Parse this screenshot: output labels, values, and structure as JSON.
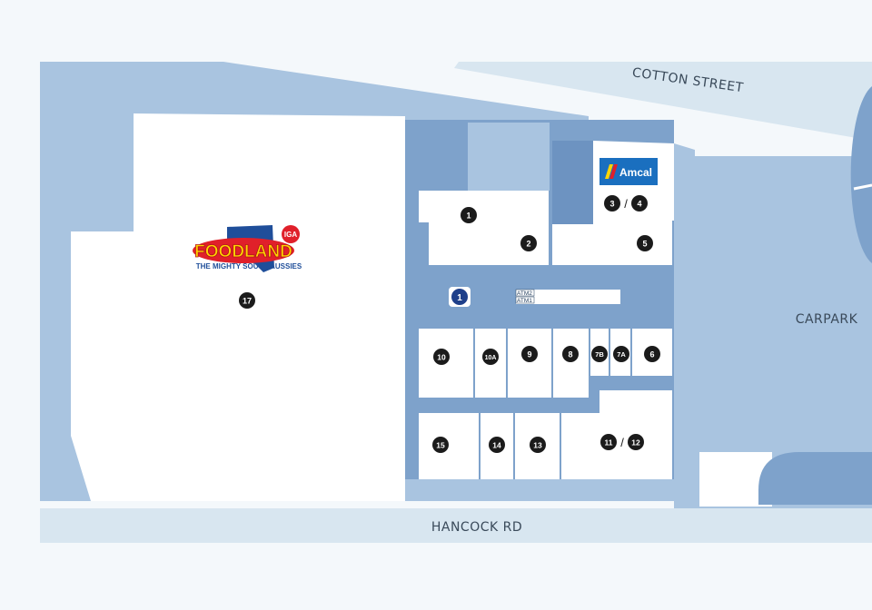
{
  "streets": {
    "cotton": "COTTON STREET",
    "hancock": "HANCOCK RD",
    "carpark": "CARPARK"
  },
  "anchor": {
    "brand": "FOODLAND",
    "tagline": "THE MIGHTY SOUTH AUSSIES",
    "badge": "IGA",
    "shop": "17"
  },
  "pharmacy": {
    "brand": "Amcal"
  },
  "you_are_here": "1",
  "atm": {
    "top": "ATM2",
    "bottom": "ATM1"
  },
  "shops": {
    "s1": "1",
    "s2": "2",
    "s3": "3",
    "s4": "4",
    "sep34": "/",
    "s5": "5",
    "s6": "6",
    "s7a": "7A",
    "s7b": "7B",
    "s8": "8",
    "s9": "9",
    "s10": "10",
    "s10a": "10A",
    "s11": "11",
    "s12": "12",
    "sep1112": "/",
    "s13": "13",
    "s14": "14",
    "s15": "15"
  },
  "colors": {
    "background": "#f4f8fb",
    "mall_floor": "#7ea2cb",
    "mall_border": "#5f86b8",
    "carpark": "#a9c4e0",
    "road": "#d8e6f0",
    "shop_fill": "#ffffff",
    "badge": "#1b1b1b",
    "you_are_here": "#1e3f8a",
    "foodland_red": "#e0202a",
    "foodland_yellow": "#ffd400",
    "amcal_blue": "#1a6fbf"
  }
}
